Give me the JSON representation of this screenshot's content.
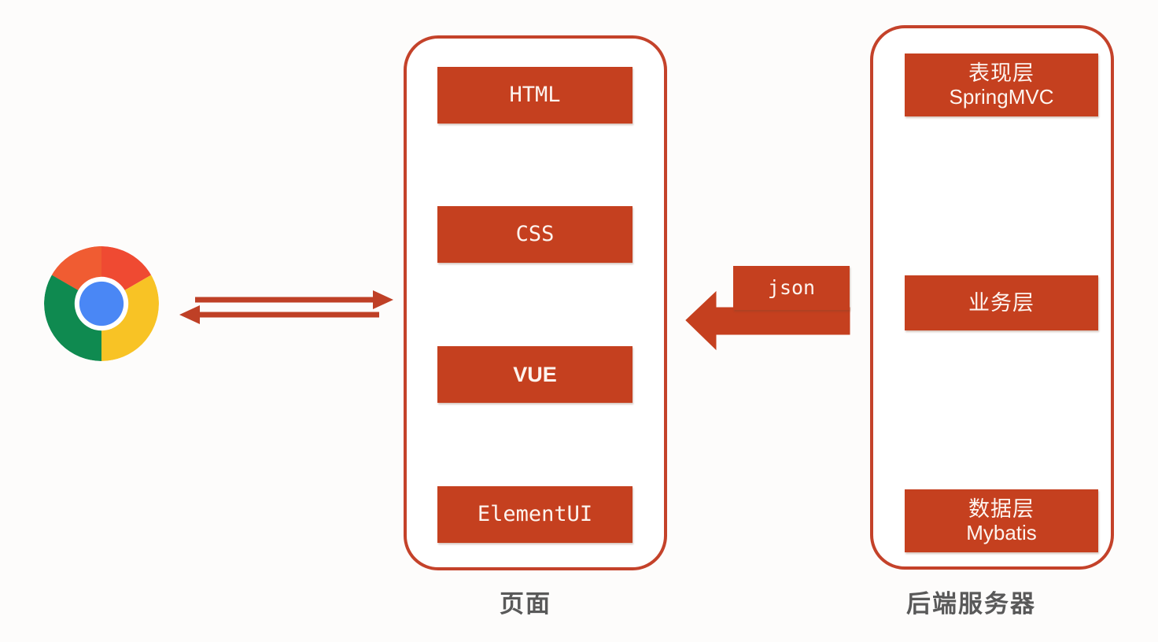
{
  "diagram": {
    "type": "architecture-flow",
    "title": "",
    "background_color": "#fdfcfb",
    "accent_color": "#c5401f",
    "border_color": "#c4422a",
    "caption_color": "#595959",
    "client": {
      "icon": "chrome-logo-icon",
      "label": ""
    },
    "page_panel": {
      "caption": "页面",
      "blocks": [
        {
          "label": "HTML"
        },
        {
          "label": "CSS"
        },
        {
          "label": "VUE"
        },
        {
          "label": "ElementUI"
        }
      ]
    },
    "transport": {
      "label": "json",
      "direction": "server-to-page"
    },
    "server_panel": {
      "caption": "后端服务器",
      "layers": [
        {
          "line1": "表现层",
          "line2": "SpringMVC"
        },
        {
          "line1": "业务层",
          "line2": ""
        },
        {
          "line1": "数据层",
          "line2": "Mybatis"
        }
      ]
    },
    "connections": [
      {
        "from": "browser",
        "to": "page",
        "direction": "right"
      },
      {
        "from": "page",
        "to": "browser",
        "direction": "left"
      },
      {
        "from": "server",
        "to": "page",
        "direction": "left",
        "label": "json"
      },
      {
        "from": "表现层",
        "to": "业务层",
        "direction": "down"
      },
      {
        "from": "业务层",
        "to": "表现层",
        "direction": "up"
      },
      {
        "from": "业务层",
        "to": "数据层",
        "direction": "down"
      },
      {
        "from": "数据层",
        "to": "业务层",
        "direction": "up"
      }
    ]
  }
}
